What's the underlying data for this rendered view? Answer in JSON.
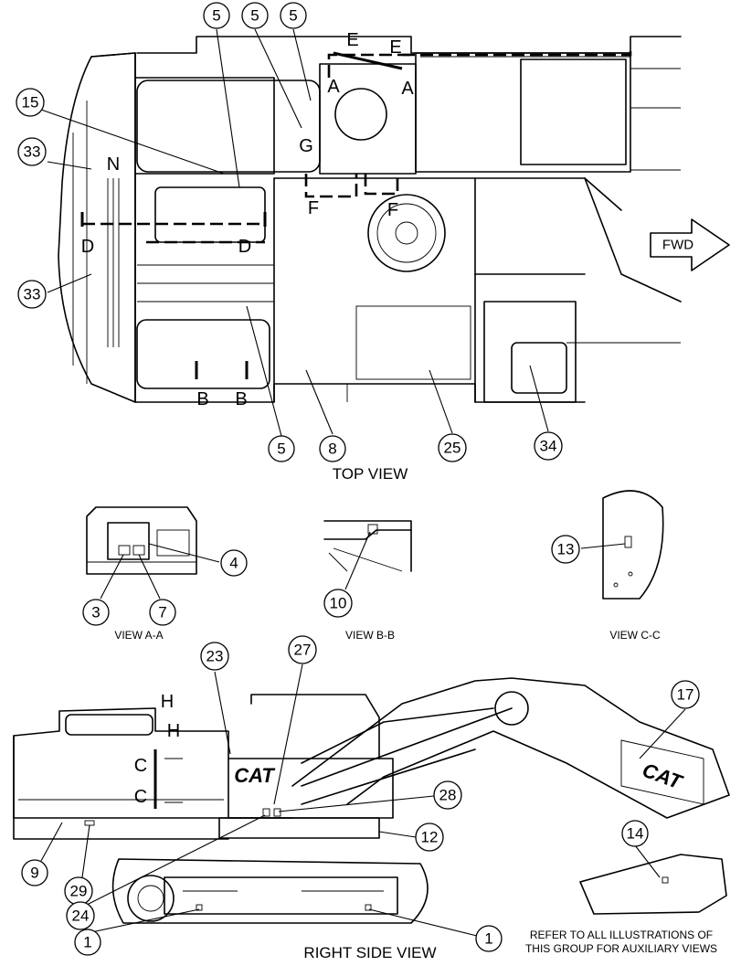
{
  "views": {
    "top": "TOP VIEW",
    "aa": "VIEW A-A",
    "bb": "VIEW B-B",
    "cc": "VIEW C-C",
    "right_side": "RIGHT SIDE VIEW"
  },
  "direction_label": "FWD",
  "brand_text": "CAT",
  "note_lines": [
    "REFER TO ALL ILLUSTRATIONS OF",
    "THIS GROUP FOR AUXILIARY VIEWS"
  ],
  "section_letters": {
    "a": "A",
    "b": "B",
    "c": "C",
    "d": "D",
    "e": "E",
    "f": "F",
    "g": "G",
    "h": "H",
    "n": "N"
  },
  "callouts": {
    "c1": "1",
    "c3": "3",
    "c4": "4",
    "c5": "5",
    "c7": "7",
    "c8": "8",
    "c9": "9",
    "c10": "10",
    "c12": "12",
    "c13": "13",
    "c14": "14",
    "c15": "15",
    "c17": "17",
    "c23": "23",
    "c24": "24",
    "c25": "25",
    "c27": "27",
    "c28": "28",
    "c29": "29",
    "c33": "33",
    "c34": "34"
  }
}
